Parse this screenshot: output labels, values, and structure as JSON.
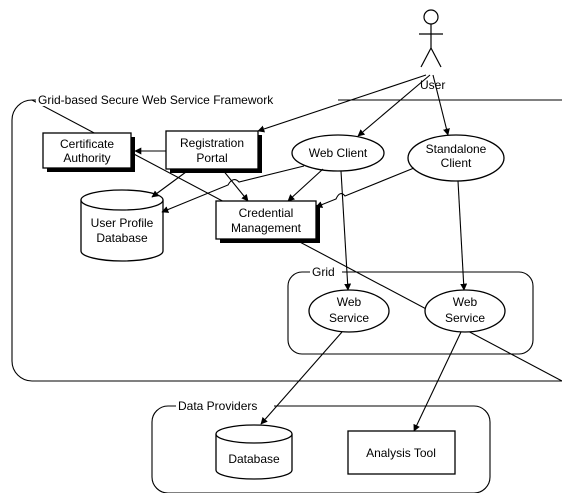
{
  "diagram": {
    "regions": {
      "framework": "Grid-based Secure Web Service Framework",
      "grid": "Grid",
      "data_providers": "Data Providers"
    },
    "actor": {
      "user": "User"
    },
    "nodes": {
      "certificate_authority": [
        "Certificate",
        "Authority"
      ],
      "registration_portal": [
        "Registration",
        "Portal"
      ],
      "web_client": [
        "Web Client"
      ],
      "standalone_client": [
        "Standalone",
        "Client"
      ],
      "user_profile_database": [
        "User Profile",
        "Database"
      ],
      "credential_management": [
        "Credential",
        "Management"
      ],
      "grid_web_service_1": [
        "Web",
        "Service"
      ],
      "grid_web_service_2": [
        "Web",
        "Service"
      ],
      "database": [
        "Database"
      ],
      "analysis_tool": [
        "Analysis Tool"
      ]
    }
  }
}
